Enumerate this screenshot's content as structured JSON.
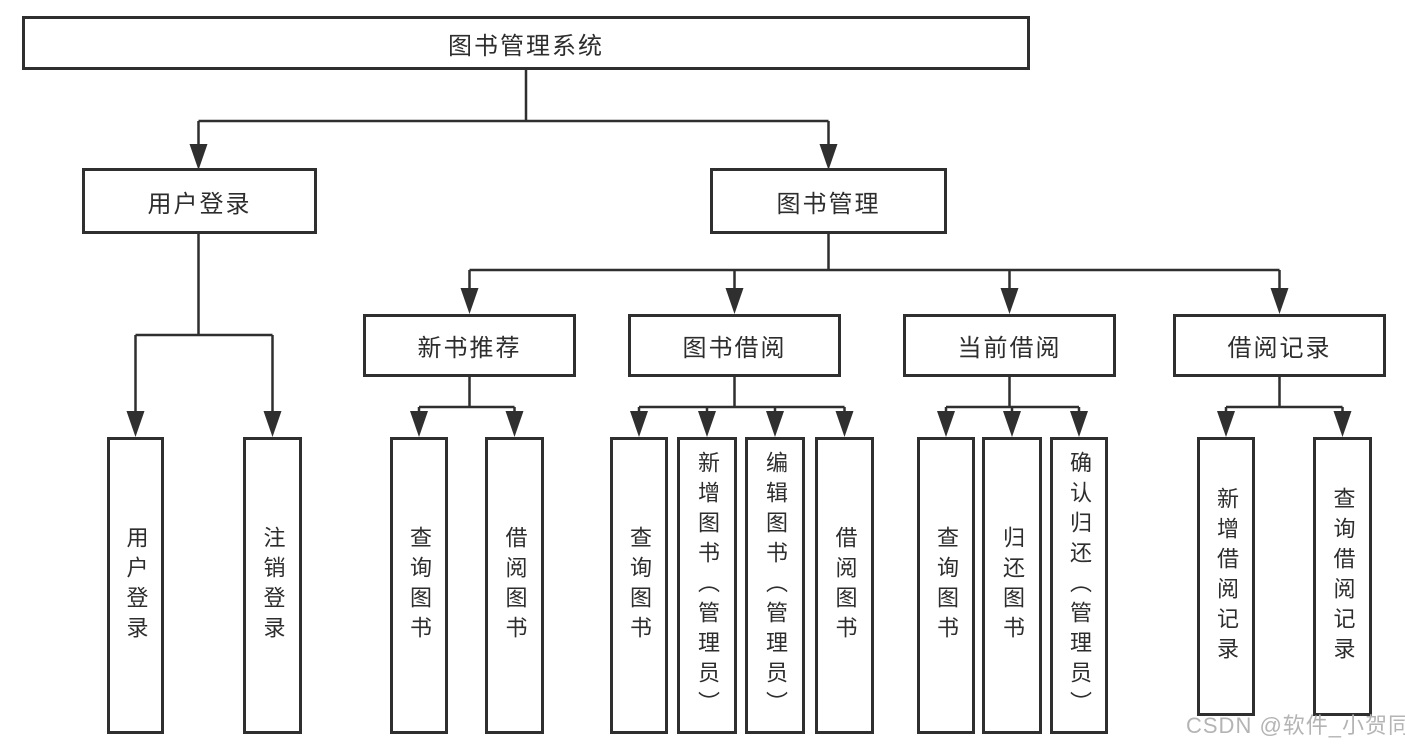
{
  "colors": {
    "line": "#2f2f2f",
    "box_border": "#2f2f2f",
    "box_fill": "#ffffff",
    "text": "#2d2d2d",
    "watermark": "#b4b4b4"
  },
  "watermark": {
    "text": "CSDN @软件_小贺同学"
  },
  "tree": {
    "root": {
      "label": "图书管理系统"
    },
    "children": [
      {
        "label": "用户登录",
        "children": [
          {
            "label": "用户登录"
          },
          {
            "label": "注销登录"
          }
        ]
      },
      {
        "label": "图书管理",
        "children": [
          {
            "label": "新书推荐",
            "children": [
              {
                "label": "查询图书"
              },
              {
                "label": "借阅图书"
              }
            ]
          },
          {
            "label": "图书借阅",
            "children": [
              {
                "label": "查询图书"
              },
              {
                "label": "新增图书（管理员）"
              },
              {
                "label": "编辑图书（管理员）"
              },
              {
                "label": "借阅图书"
              }
            ]
          },
          {
            "label": "当前借阅",
            "children": [
              {
                "label": "查询图书"
              },
              {
                "label": "归还图书"
              },
              {
                "label": "确认归还（管理员）"
              }
            ]
          },
          {
            "label": "借阅记录",
            "children": [
              {
                "label": "新增借阅记录"
              },
              {
                "label": "查询借阅记录"
              }
            ]
          }
        ]
      }
    ]
  }
}
